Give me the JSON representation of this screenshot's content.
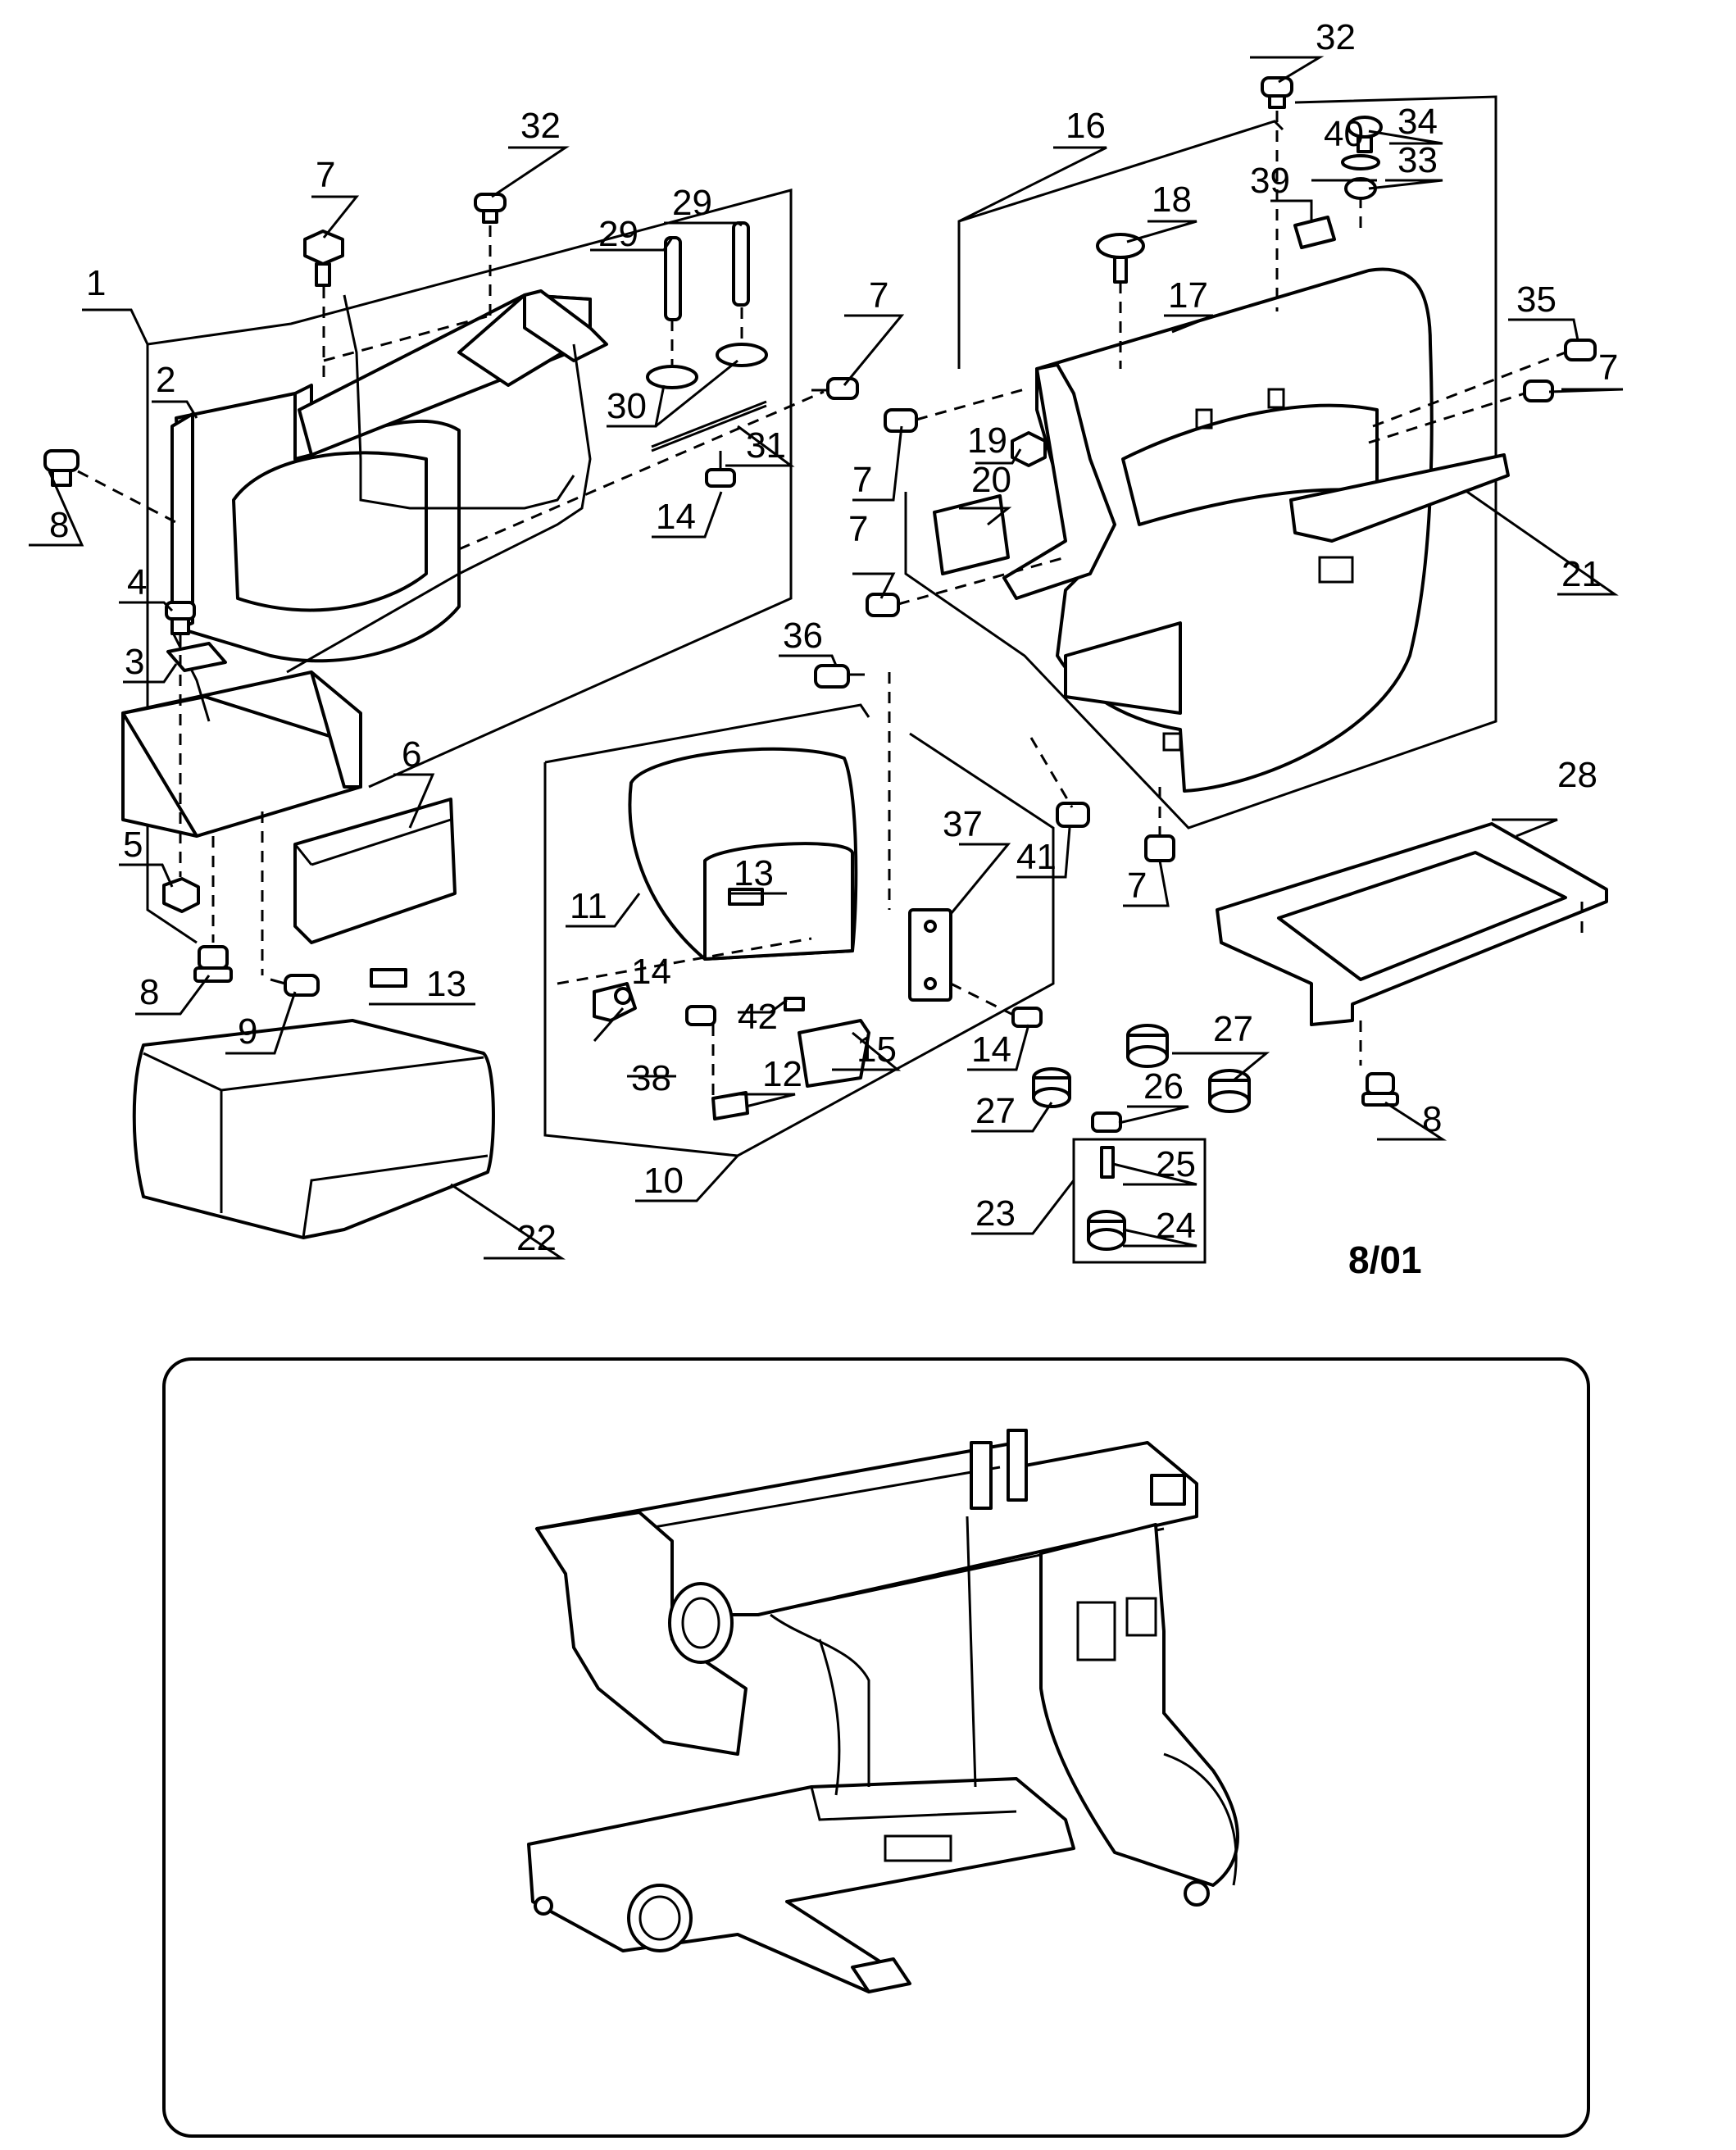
{
  "date_code": "8/01",
  "labels": [
    "1",
    "2",
    "3",
    "4",
    "5",
    "6",
    "7",
    "8",
    "9",
    "10",
    "11",
    "12",
    "13",
    "14",
    "15",
    "16",
    "17",
    "18",
    "19",
    "20",
    "21",
    "22",
    "23",
    "24",
    "25",
    "26",
    "27",
    "28",
    "29",
    "30",
    "31",
    "32",
    "33",
    "34",
    "35",
    "36",
    "37",
    "38",
    "39",
    "40",
    "41",
    "42"
  ]
}
